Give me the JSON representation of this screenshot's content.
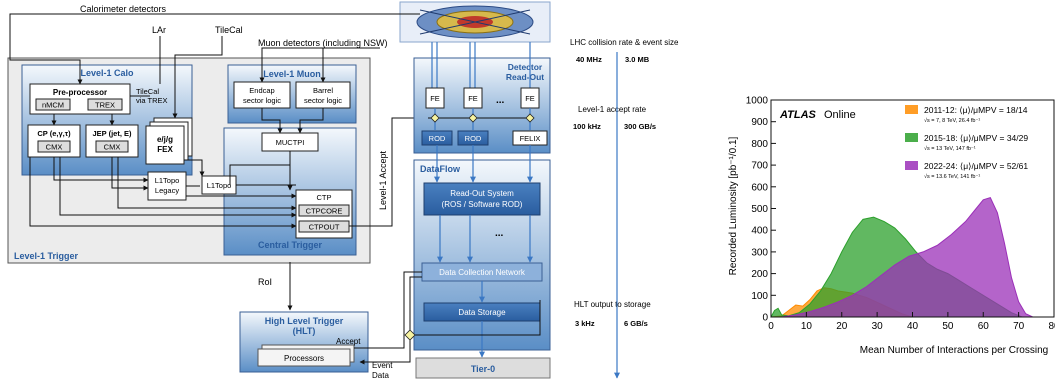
{
  "diagram": {
    "top_labels": {
      "calorimeter_detectors": "Calorimeter detectors",
      "lar": "LAr",
      "tilecal": "TileCal",
      "muon_detectors": "Muon detectors (including NSW)"
    },
    "level1_trigger": {
      "label": "Level-1 Trigger",
      "calo": {
        "title": "Level-1 Calo",
        "preprocessor": "Pre-processor",
        "nmcm": "nMCM",
        "trex": "TREX",
        "tilecal_via_trex_1": "TileCal",
        "tilecal_via_trex_2": "via TREX",
        "cp": "CP (e,γ,τ)",
        "jep": "JEP (jet, E)",
        "cmx_1": "CMX",
        "cmx_2": "CMX",
        "fex_1": "e/j/g",
        "fex_2": "FEX"
      },
      "muon": {
        "title": "Level-1 Muon",
        "endcap_1": "Endcap",
        "endcap_2": "sector logic",
        "barrel_1": "Barrel",
        "barrel_2": "sector logic"
      },
      "muctpi": "MUCTPI",
      "l1topo_legacy_1": "L1Topo",
      "l1topo_legacy_2": "Legacy",
      "l1topo": "L1Topo",
      "ctp": "CTP",
      "ctpcore": "CTPCORE",
      "ctpout": "CTPOUT",
      "central_trigger": "Central Trigger",
      "level1_accept": "Level-1 Accept"
    },
    "readout": {
      "title_1": "Detector",
      "title_2": "Read-Out",
      "fe": "FE",
      "dots": "...",
      "rod": "ROD",
      "felix": "FELIX"
    },
    "dataflow": {
      "title": "DataFlow",
      "ros_1": "Read-Out System",
      "ros_2": "(ROS / Software ROD)",
      "dots": "...",
      "dcn": "Data Collection Network",
      "storage": "Data Storage",
      "tier0": "Tier-0"
    },
    "hlt": {
      "roi": "RoI",
      "title_1": "High Level Trigger",
      "title_2": "(HLT)",
      "processors": "Processors",
      "accept": "Accept",
      "event_1": "Event",
      "event_2": "Data"
    },
    "rates": {
      "lhc_title": "LHC collision rate & event size",
      "lhc_rate": "40 MHz",
      "lhc_size": "3.0 MB",
      "l1_title": "Level-1 accept rate",
      "l1_rate": "100 kHz",
      "l1_size": "300 GB/s",
      "hlt_title": "HLT output to storage",
      "hlt_rate": "3 kHz",
      "hlt_size": "6 GB/s"
    }
  },
  "chart_data": {
    "type": "area",
    "title": "",
    "xlabel": "Mean Number of Interactions per Crossing",
    "ylabel": "Recorded Luminosity [pb⁻¹/0.1]",
    "xlim": [
      0,
      80
    ],
    "ylim": [
      0,
      1000
    ],
    "xticks": [
      0,
      10,
      20,
      30,
      40,
      50,
      60,
      70,
      80
    ],
    "yticks": [
      0,
      100,
      200,
      300,
      400,
      500,
      600,
      700,
      800,
      900,
      1000
    ],
    "atlas_label": "ATLAS",
    "online_label": "Online",
    "legend_position": "top-right",
    "series": [
      {
        "name": "2011-12: ⟨μ⟩/μMPV = 18/14",
        "sub": "√s = 7, 8 TeV, 26.4 fb⁻¹",
        "color": "#ff8c00",
        "x": [
          0,
          3,
          5,
          7,
          9,
          11,
          13,
          15,
          17,
          19,
          21,
          23,
          25,
          27,
          29,
          31,
          33,
          35,
          37,
          40
        ],
        "y": [
          0,
          5,
          30,
          55,
          50,
          80,
          120,
          135,
          130,
          120,
          115,
          110,
          100,
          90,
          75,
          60,
          45,
          30,
          15,
          0
        ]
      },
      {
        "name": "2015-18: ⟨μ⟩/μMPV = 34/29",
        "sub": "√s = 13 TeV, 147 fb⁻¹",
        "color": "#2ca02c",
        "x": [
          0,
          1,
          2,
          3,
          5,
          8,
          11,
          14,
          17,
          20,
          23,
          26,
          29,
          32,
          35,
          38,
          41,
          44,
          47,
          50,
          53,
          56,
          59,
          62,
          65,
          68,
          71
        ],
        "y": [
          0,
          30,
          40,
          10,
          5,
          20,
          60,
          120,
          200,
          300,
          390,
          450,
          460,
          440,
          410,
          360,
          300,
          250,
          220,
          200,
          170,
          140,
          110,
          80,
          50,
          20,
          0
        ]
      },
      {
        "name": "2022-24: ⟨μ⟩/μMPV = 52/61",
        "sub": "√s = 13.6 TeV, 141 fb⁻¹",
        "color": "#9b30b8",
        "x": [
          3,
          7,
          11,
          15,
          19,
          23,
          27,
          31,
          35,
          39,
          43,
          47,
          51,
          55,
          58,
          60,
          62,
          64,
          66,
          68,
          70,
          72,
          74
        ],
        "y": [
          0,
          10,
          25,
          45,
          70,
          100,
          140,
          190,
          240,
          280,
          300,
          330,
          380,
          440,
          500,
          540,
          550,
          480,
          340,
          180,
          70,
          15,
          0
        ]
      }
    ]
  }
}
